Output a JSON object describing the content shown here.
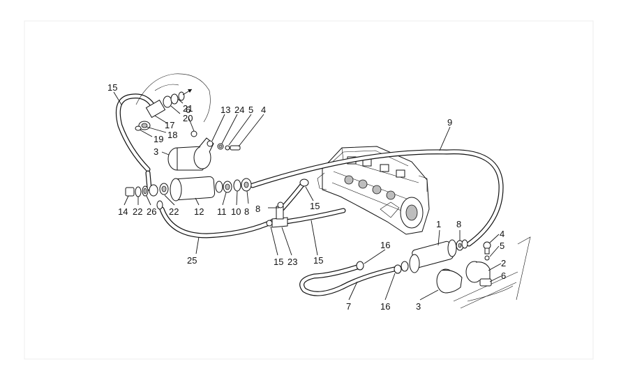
{
  "colors": {
    "background": "#ffffff",
    "ink": "#111111",
    "shade": "#bdbdbd",
    "border": "#eeeeee"
  },
  "callouts": [
    {
      "id": "c15a",
      "text": "15"
    },
    {
      "id": "c21",
      "text": "21"
    },
    {
      "id": "c20",
      "text": "20"
    },
    {
      "id": "c17",
      "text": "17"
    },
    {
      "id": "c18",
      "text": "18"
    },
    {
      "id": "c19",
      "text": "19"
    },
    {
      "id": "c6a",
      "text": "6"
    },
    {
      "id": "c13",
      "text": "13"
    },
    {
      "id": "c24a",
      "text": "24"
    },
    {
      "id": "c5a",
      "text": "5"
    },
    {
      "id": "c4a",
      "text": "4"
    },
    {
      "id": "c3a",
      "text": "3"
    },
    {
      "id": "c9",
      "text": "9"
    },
    {
      "id": "c14",
      "text": "14"
    },
    {
      "id": "c22a",
      "text": "22"
    },
    {
      "id": "c26",
      "text": "26"
    },
    {
      "id": "c22b",
      "text": "22"
    },
    {
      "id": "c12",
      "text": "12"
    },
    {
      "id": "c11",
      "text": "11"
    },
    {
      "id": "c10",
      "text": "10"
    },
    {
      "id": "c8a",
      "text": "8"
    },
    {
      "id": "c15b",
      "text": "15"
    },
    {
      "id": "c8b",
      "text": "8"
    },
    {
      "id": "c15c",
      "text": "15"
    },
    {
      "id": "c23",
      "text": "23"
    },
    {
      "id": "c25",
      "text": "25"
    },
    {
      "id": "c15d",
      "text": "15"
    },
    {
      "id": "c1",
      "text": "1"
    },
    {
      "id": "c8c",
      "text": "8"
    },
    {
      "id": "c16a",
      "text": "16"
    },
    {
      "id": "c4b",
      "text": "4"
    },
    {
      "id": "c5b",
      "text": "5"
    },
    {
      "id": "c2",
      "text": "2"
    },
    {
      "id": "c6b",
      "text": "6"
    },
    {
      "id": "c7",
      "text": "7"
    },
    {
      "id": "c16b",
      "text": "16"
    },
    {
      "id": "c3b",
      "text": "3"
    }
  ]
}
